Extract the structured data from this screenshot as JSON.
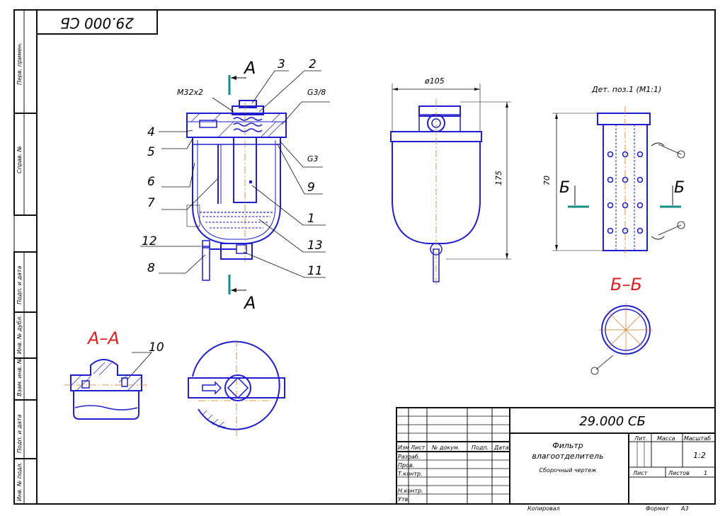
{
  "drawing_number": "29.000 СБ",
  "drawing_number_rotated": "29.000 СБ",
  "views": {
    "main": {
      "section_mark_top": "А",
      "section_mark_bottom": "А",
      "thread_label_top": "M32x2",
      "thread_label_g38": "G3/8",
      "thread_label_g3": "G3",
      "positions_left": [
        "4",
        "5",
        "6",
        "7",
        "12",
        "8"
      ],
      "positions_right": [
        "9",
        "1",
        "13",
        "11"
      ],
      "positions_top": [
        "3",
        "2"
      ]
    },
    "front": {
      "dim_diameter": "ø105",
      "dim_height": "175"
    },
    "detail": {
      "title": "Дет. поз.1 (М1:1)",
      "dim_height": "70",
      "section_mark_left": "Б",
      "section_mark_right": "Б"
    },
    "section_aa": {
      "title": "А–А",
      "position": "10"
    },
    "section_bb": {
      "title": "Б–Б"
    }
  },
  "side_stamp": {
    "labels": [
      "Перв. примен.",
      "Справ. №",
      "Подп. и дата",
      "Инв. № дубл.",
      "Взам. инв. №",
      "Подп. и дата",
      "Инв. № подл."
    ]
  },
  "title_block": {
    "designation": "29.000 СБ",
    "name_line1": "Фильтр",
    "name_line2": "влагоотделитель",
    "doc_type": "Сборочный чертеж",
    "header_cols": [
      "Изм",
      "Лист",
      "№ докум.",
      "Подп.",
      "Дата"
    ],
    "roles": [
      "Разраб.",
      "Пров.",
      "Т.контр.",
      "",
      "Н.контр.",
      "Утв."
    ],
    "lit_label": "Лит.",
    "mass_label": "Масса",
    "scale_label": "Масштаб",
    "scale_value": "1:2",
    "sheet_label": "Лист",
    "sheets_label": "Листов",
    "sheets_value": "1",
    "copied_label": "Копировал",
    "format_label": "Формат",
    "format_value": "А3"
  }
}
